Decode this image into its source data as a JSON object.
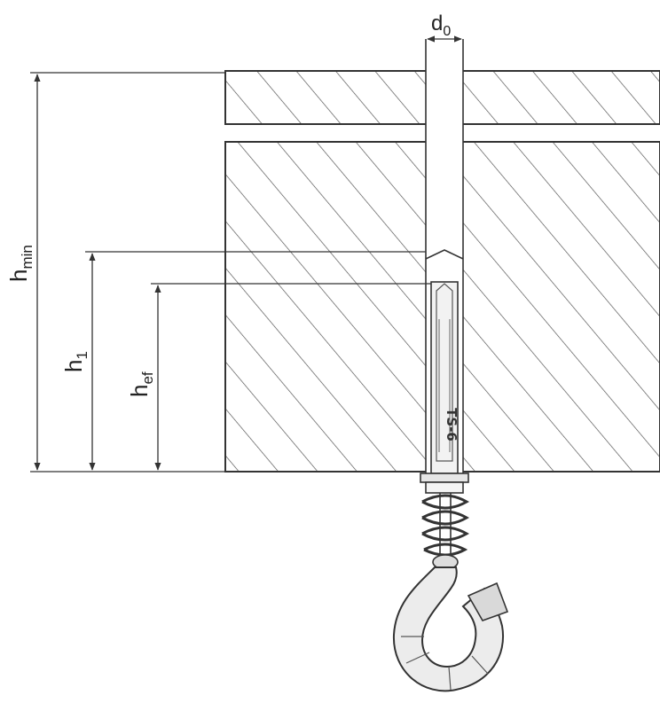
{
  "colors": {
    "line": "#333333",
    "hatch": "#4a4a4a",
    "background": "#ffffff",
    "anchor_fill": "#f2f2f2",
    "hook_fill": "#ececec"
  },
  "dimensions": {
    "d0": {
      "base": "d",
      "sub": "0"
    },
    "h_min": {
      "base": "h",
      "sub": "min"
    },
    "h_1": {
      "base": "h",
      "sub": "1"
    },
    "h_ef": {
      "base": "h",
      "sub": "ef"
    }
  },
  "anchor": {
    "label": "TS-6"
  },
  "icons": {
    "hook": "hook-icon",
    "spring": "spring-coil-icon"
  }
}
